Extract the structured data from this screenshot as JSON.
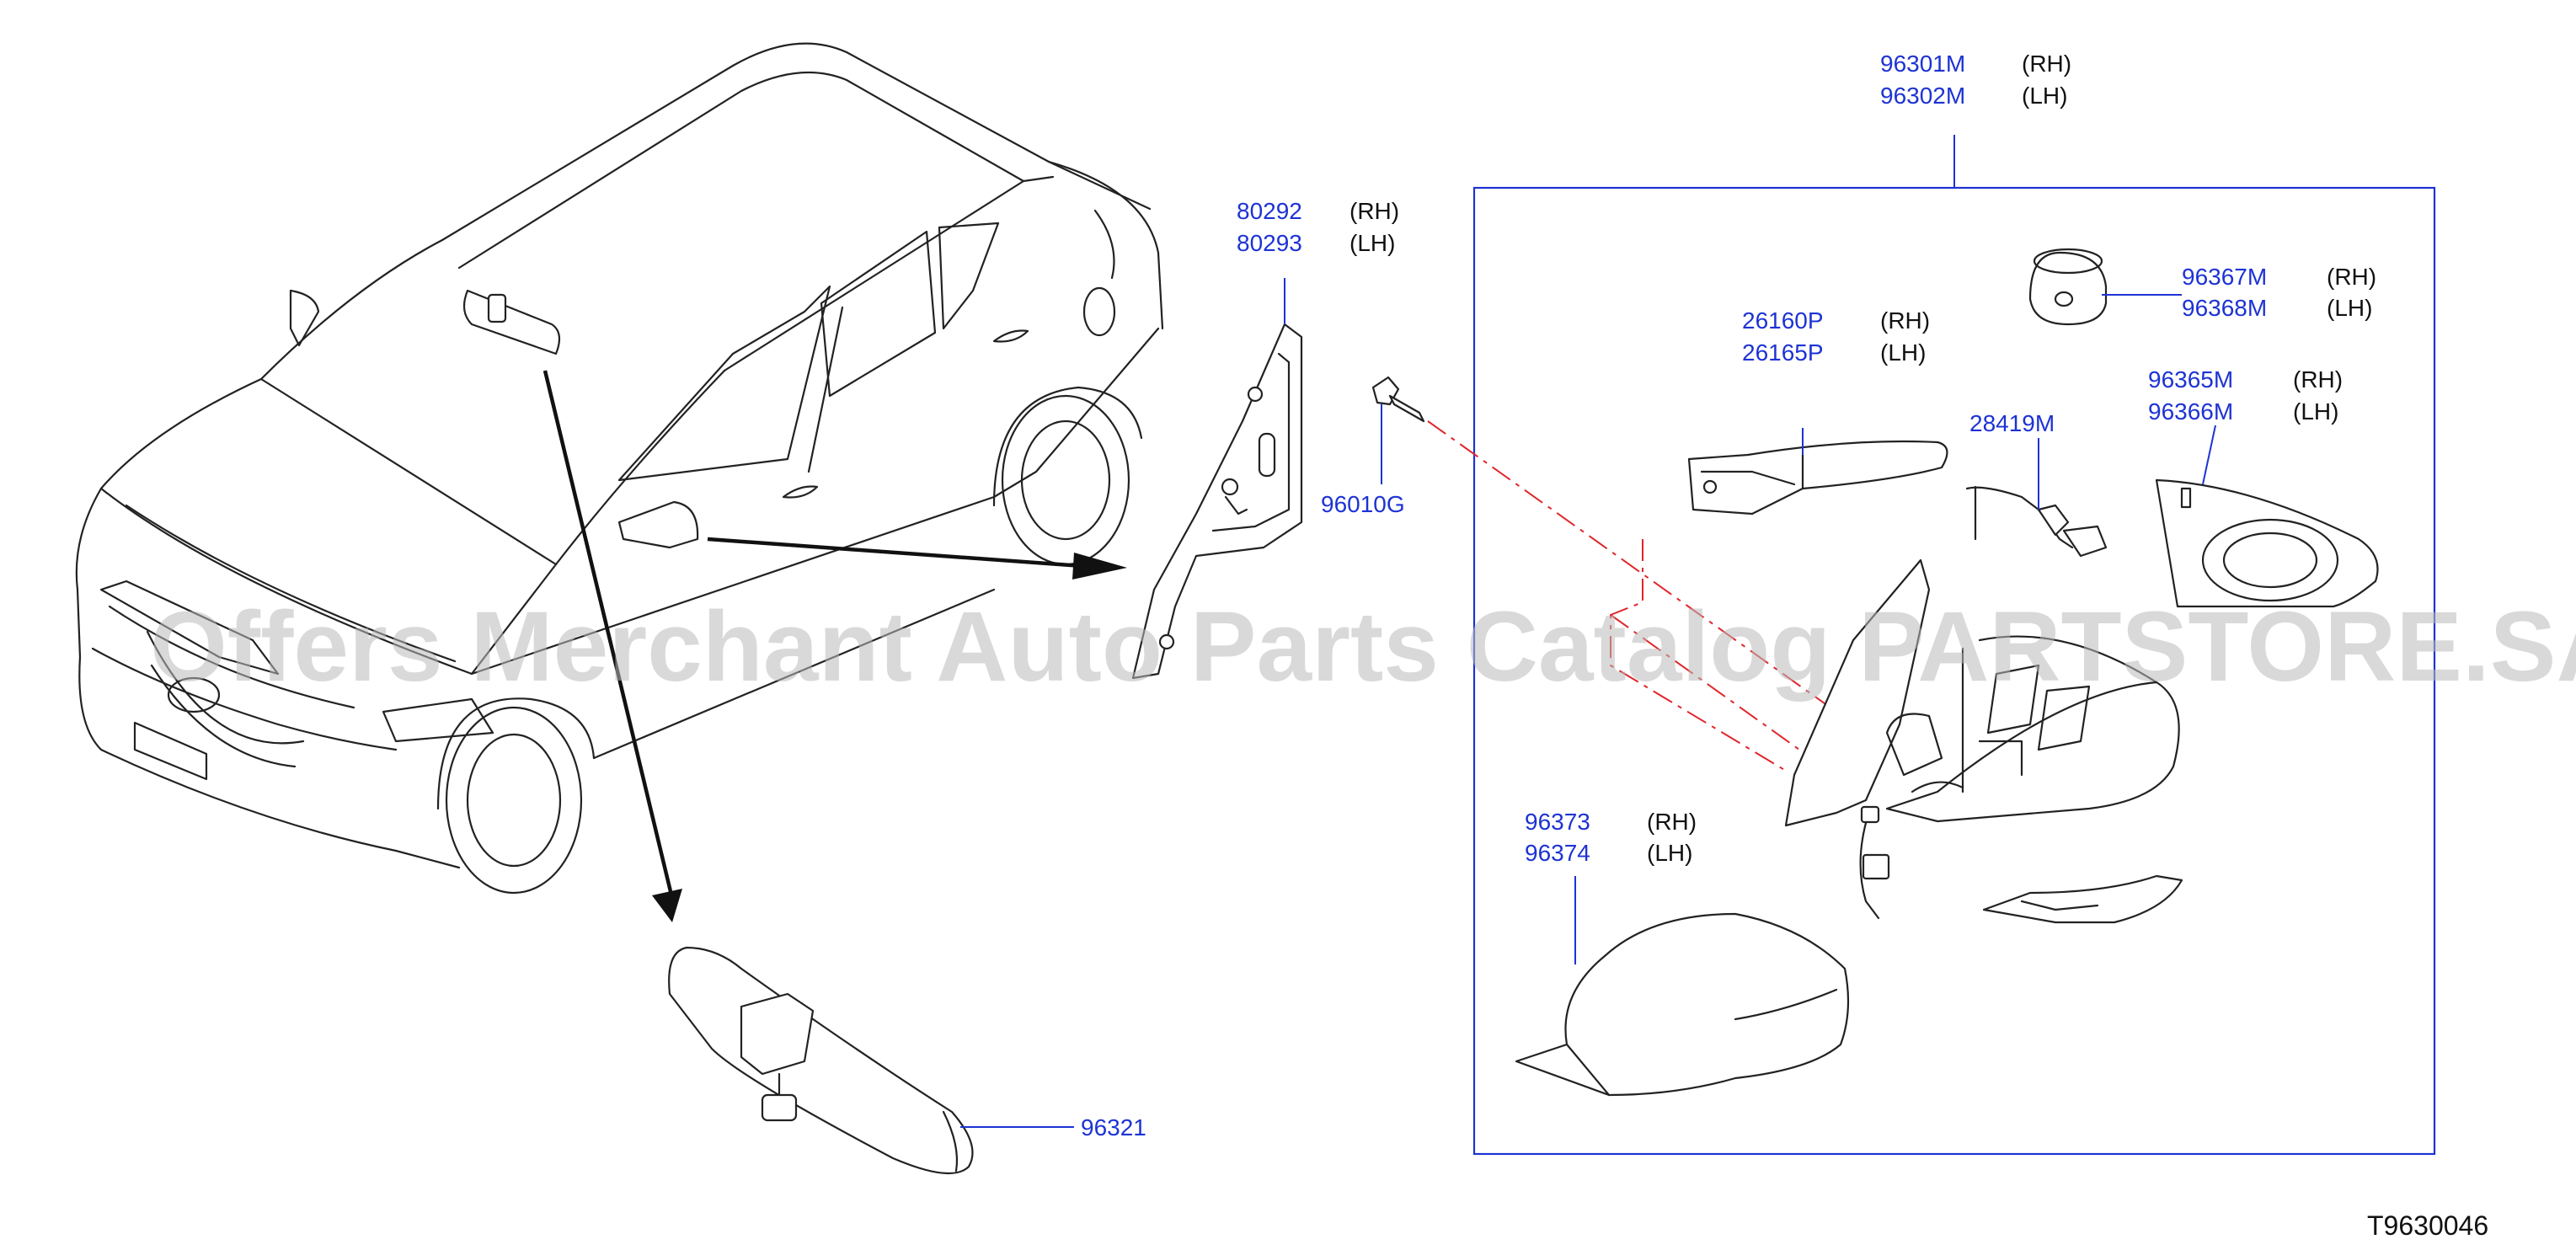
{
  "callouts": [
    {
      "id": "c1",
      "codes": [
        "96301M",
        "96302M"
      ],
      "sides": [
        "(RH)",
        "(LH)"
      ]
    },
    {
      "id": "c2",
      "codes": [
        "80292",
        "80293"
      ],
      "sides": [
        "(RH)",
        "(LH)"
      ]
    },
    {
      "id": "c3",
      "codes": [
        "96367M",
        "96368M"
      ],
      "sides": [
        "(RH)",
        "(LH)"
      ]
    },
    {
      "id": "c4",
      "codes": [
        "26160P",
        "26165P"
      ],
      "sides": [
        "(RH)",
        "(LH)"
      ]
    },
    {
      "id": "c5",
      "codes": [
        "96365M",
        "96366M"
      ],
      "sides": [
        "(RH)",
        "(LH)"
      ]
    },
    {
      "id": "c6",
      "codes": [
        "28419M"
      ],
      "sides": []
    },
    {
      "id": "c7",
      "codes": [
        "96010G"
      ],
      "sides": []
    },
    {
      "id": "c8",
      "codes": [
        "96373",
        "96374"
      ],
      "sides": [
        "(RH)",
        "(LH)"
      ]
    },
    {
      "id": "c9",
      "codes": [
        "96321"
      ],
      "sides": []
    }
  ],
  "diagram_code": "T9630046",
  "watermark": "Offers Merchant Auto Parts Catalog PARTSTORE.SA",
  "colors": {
    "part_number": "#1d33d4",
    "side_label": "#111111",
    "frame": "#1d33d4",
    "centerline": "#e0262b",
    "watermark": "#b9b9b9"
  }
}
